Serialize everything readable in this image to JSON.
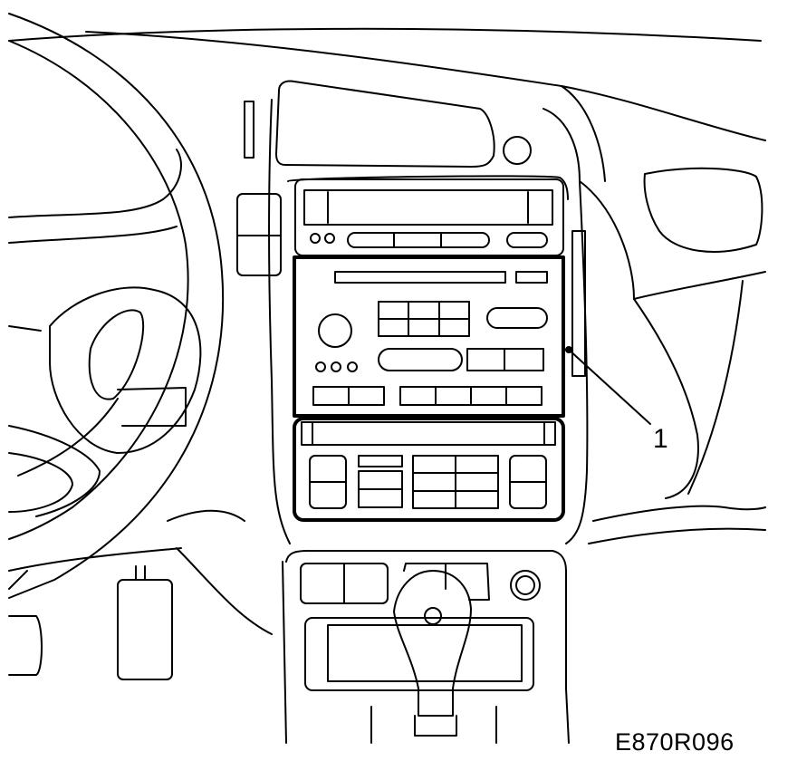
{
  "diagram": {
    "callouts": [
      {
        "id": "1",
        "text": "1",
        "target": "radio-unit"
      }
    ],
    "figure_code": "E870R096"
  }
}
